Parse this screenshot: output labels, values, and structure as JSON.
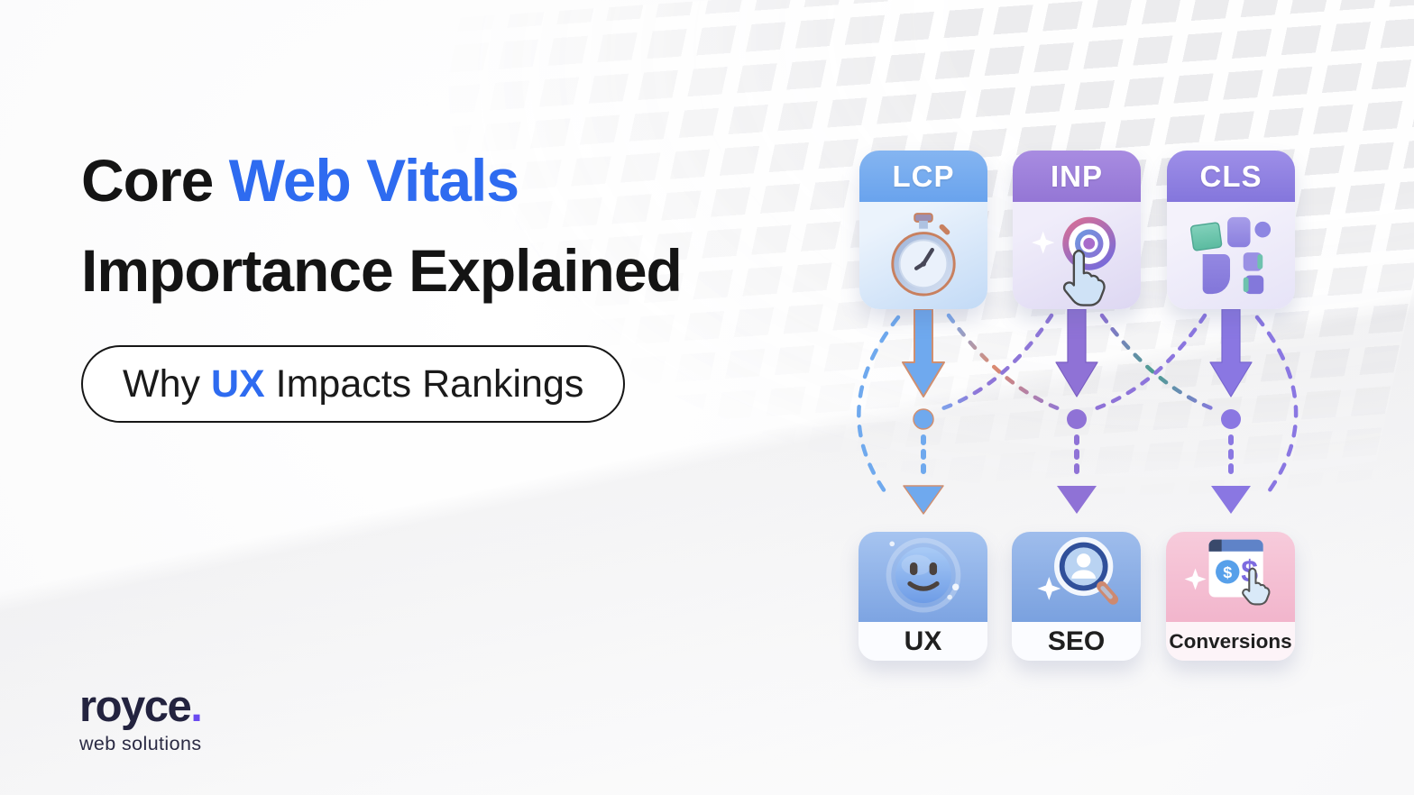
{
  "header": {
    "title_l1_black": "Core ",
    "title_l1_accent": "Web Vitals",
    "title_l2": "Importance Explained",
    "accent_color": "#2E6BF0"
  },
  "subtitle": {
    "pre": "Why ",
    "highlight": "UX",
    "post": " Impacts Rankings"
  },
  "brand": {
    "name": "royce",
    "dot": ".",
    "tagline": "web solutions",
    "dot_color": "#6A4AF0"
  },
  "diagram": {
    "top_cards": [
      {
        "id": "lcp",
        "label": "LCP",
        "icon": "stopwatch-icon",
        "header_color": "#74A9EE"
      },
      {
        "id": "inp",
        "label": "INP",
        "icon": "tap-target-icon",
        "header_color": "#9C7EDB"
      },
      {
        "id": "cls",
        "label": "CLS",
        "icon": "layout-shift-icon",
        "header_color": "#8F80E2"
      }
    ],
    "bottom_cards": [
      {
        "id": "ux",
        "label": "UX",
        "icon": "smiley-icon",
        "color": "#8FB2E8"
      },
      {
        "id": "seo",
        "label": "SEO",
        "icon": "search-user-icon",
        "color": "#8BAFE6"
      },
      {
        "id": "conversions",
        "label": "Conversions",
        "icon": "dollar-click-icon",
        "color": "#F5BFD2"
      }
    ],
    "icons": {
      "dollar": "$"
    },
    "colors": {
      "lcp_arrow": "#6FA9EE",
      "inp_arrow": "#8F72D6",
      "cls_arrow": "#8A77E2",
      "accent_orange": "#DB8A70",
      "accent_teal": "#4D9E8F"
    }
  }
}
